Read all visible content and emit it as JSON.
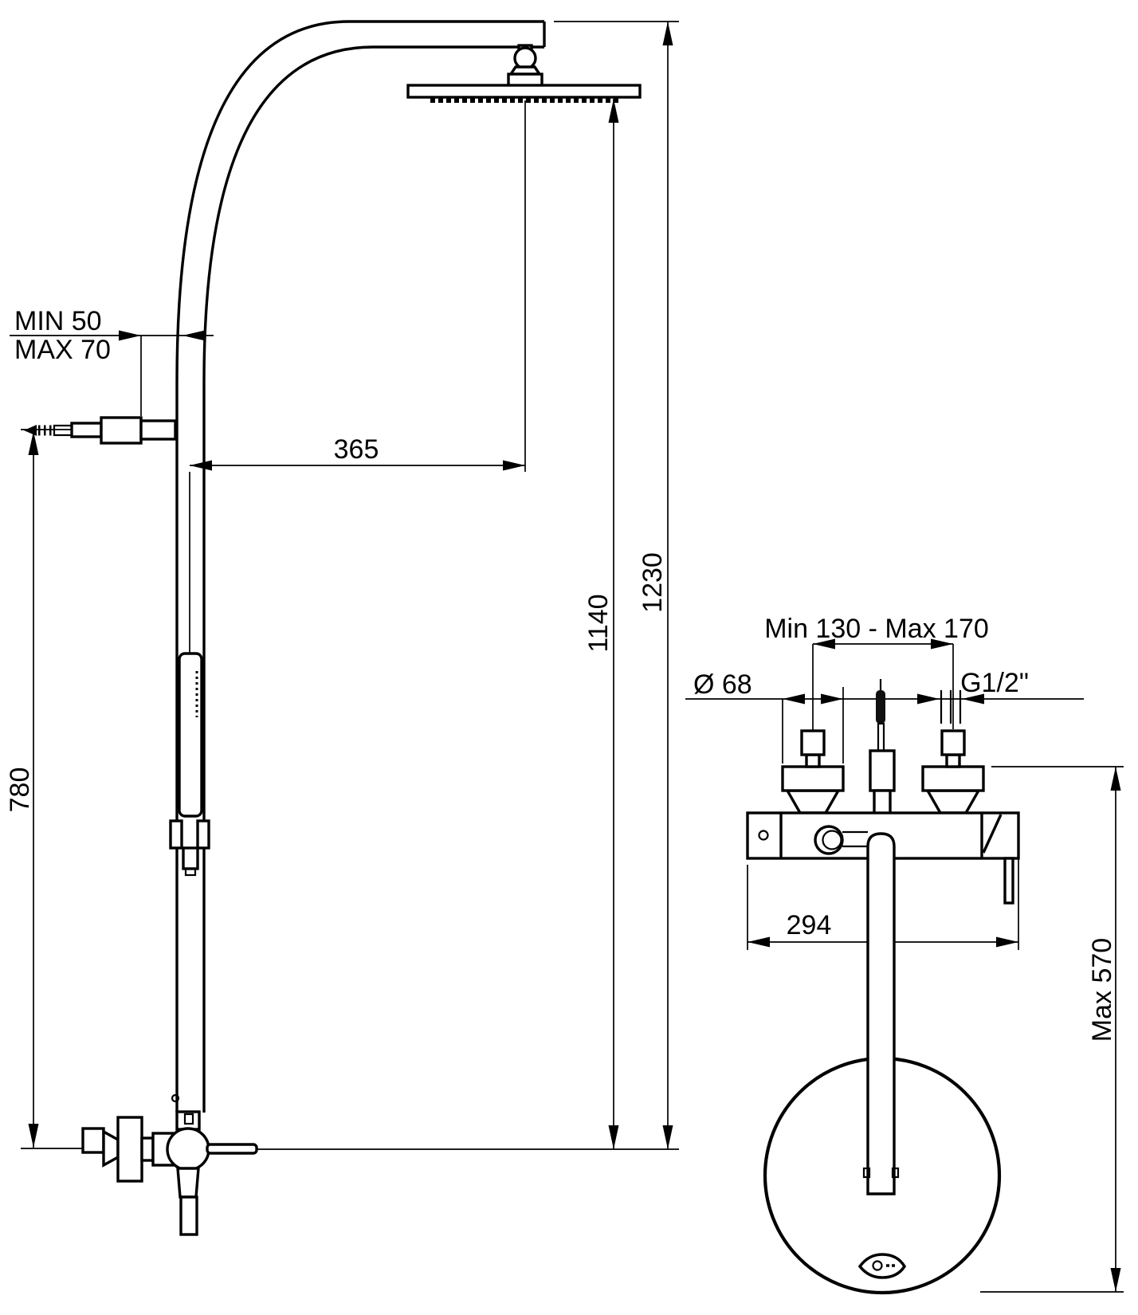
{
  "drawing": {
    "background": "#ffffff",
    "line_color": "#000000",
    "column_view": {
      "dim_wall_offset_min": "MIN 50",
      "dim_wall_offset_max": "MAX 70",
      "dim_head_center_offset": "365",
      "dim_height_to_head": "1140",
      "dim_overall_height": "1230",
      "dim_bracket_height": "780"
    },
    "mixer_view": {
      "dim_supply_centers": "Min 130 - Max 170",
      "dim_flange_diameter": "Ø 68",
      "dim_thread": "G1/2\"",
      "dim_body_width": "294",
      "dim_hose_drop": "Max 570"
    }
  }
}
